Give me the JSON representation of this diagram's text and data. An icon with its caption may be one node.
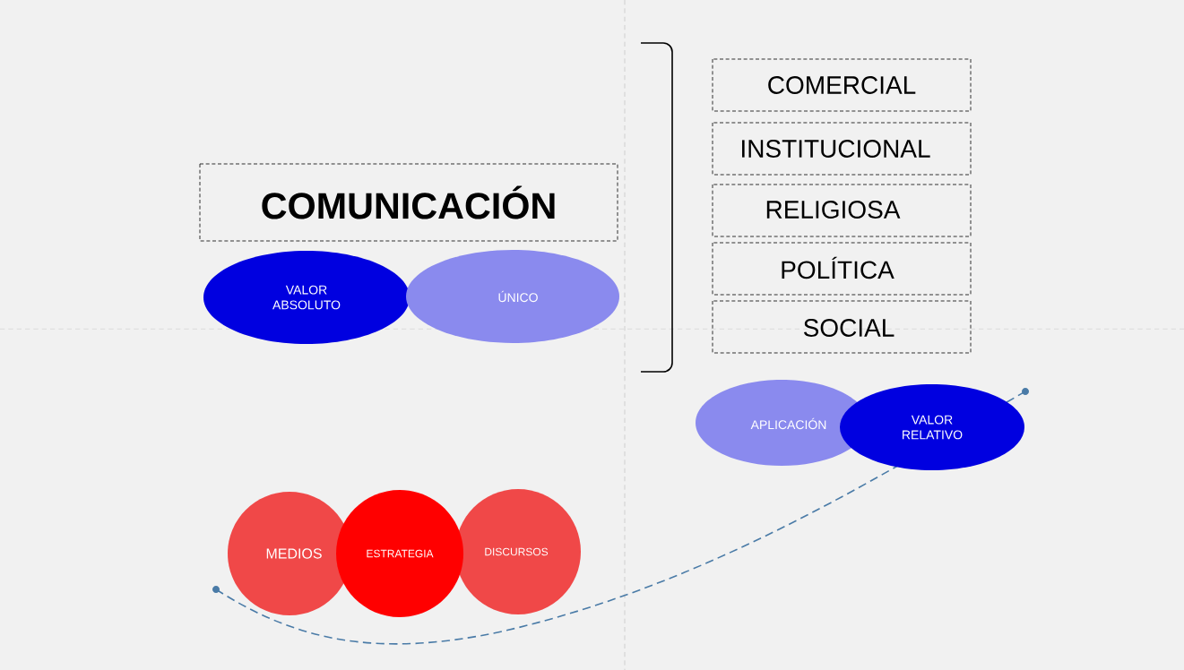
{
  "diagram": {
    "nodes": [
      {
        "text": [
          "COMUNICACIÓN"
        ]
      },
      {
        "text": [
          "VALOR ABSOLUTO"
        ]
      },
      {
        "text": [
          "ÚNICO"
        ]
      },
      {
        "text": [
          "COMERCIAL"
        ]
      },
      {
        "text": [
          "INSTITUCIONAL"
        ]
      },
      {
        "text": [
          "RELIGIOSA"
        ]
      },
      {
        "text": [
          "POLÍTICA"
        ]
      },
      {
        "text": [
          "SOCIAL"
        ]
      },
      {
        "text": [
          "APLICACIÓN"
        ]
      },
      {
        "text": [
          "VALOR RELATIVO"
        ]
      },
      {
        "text": [
          "MEDIOS"
        ]
      },
      {
        "text": [
          "ESTRATEGIA"
        ]
      },
      {
        "text": [
          "DISCURSOS"
        ]
      }
    ]
  }
}
